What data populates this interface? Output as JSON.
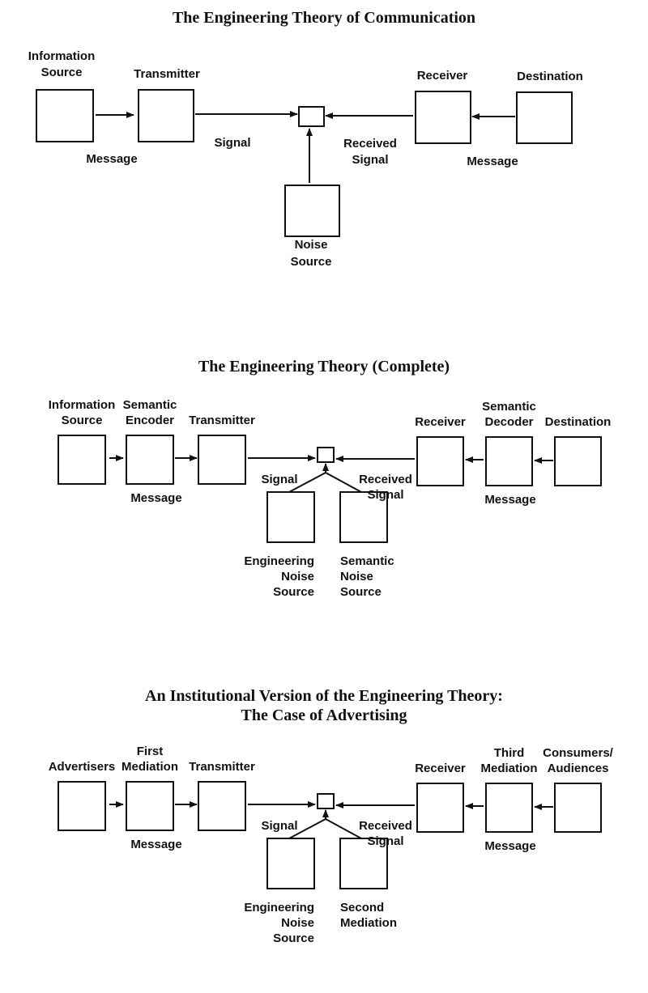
{
  "diagrams": [
    {
      "title": [
        "The Engineering Theory of Communication"
      ],
      "nodes": {
        "source": [
          "Information",
          "Source"
        ],
        "transmitter": [
          "Transmitter"
        ],
        "receiver": [
          "Receiver"
        ],
        "destination": [
          "Destination"
        ],
        "noise": [
          "Noise",
          "Source"
        ]
      },
      "edges": {
        "message_left": "Message",
        "signal": "Signal",
        "received_signal": [
          "Received",
          "Signal"
        ],
        "message_right": "Message"
      }
    },
    {
      "title": [
        "The Engineering Theory (Complete)"
      ],
      "nodes": {
        "source": [
          "Information",
          "Source"
        ],
        "encoder": [
          "Semantic",
          "Encoder"
        ],
        "transmitter": [
          "Transmitter"
        ],
        "receiver": [
          "Receiver"
        ],
        "decoder": [
          "Semantic",
          "Decoder"
        ],
        "destination": [
          "Destination"
        ],
        "noise1": [
          "Engineering",
          "Noise",
          "Source"
        ],
        "noise2": [
          "Semantic",
          "Noise",
          "Source"
        ]
      },
      "edges": {
        "message_left": "Message",
        "signal": "Signal",
        "received_signal": [
          "Received",
          "Signal"
        ],
        "message_right": "Message"
      }
    },
    {
      "title": [
        "An Institutional Version of the Engineering Theory:",
        "The Case of Advertising"
      ],
      "nodes": {
        "source": [
          "Advertisers"
        ],
        "encoder": [
          "First",
          "Mediation"
        ],
        "transmitter": [
          "Transmitter"
        ],
        "receiver": [
          "Receiver"
        ],
        "decoder": [
          "Third",
          "Mediation"
        ],
        "destination": [
          "Consumers/",
          "Audiences"
        ],
        "noise1": [
          "Engineering",
          "Noise",
          "Source"
        ],
        "noise2": [
          "Second",
          "Mediation"
        ]
      },
      "edges": {
        "message_left": "Message",
        "signal": "Signal",
        "received_signal": [
          "Received",
          "Signal"
        ],
        "message_right": "Message"
      }
    }
  ]
}
